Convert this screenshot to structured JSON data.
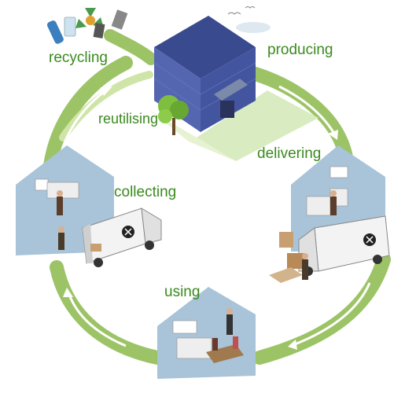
{
  "stages": {
    "recycling": "recycling",
    "producing": "producing",
    "reutilising": "reutilising",
    "delivering": "delivering",
    "collecting": "collecting",
    "using": "using"
  },
  "colors": {
    "label_green": "#3b8a1e",
    "cycle_green_dark": "#8dbb55",
    "cycle_green_light": "#cfe5a7",
    "arrow_white": "#ffffff",
    "house_blue": "#a9c3d8",
    "factory_blue": "#4a5da8",
    "van_white": "#f3f3f3",
    "floor_green": "#d9ebc0"
  },
  "icons": [
    "recycle-icon",
    "factory-building",
    "delivery-van",
    "house-scene",
    "truck-logo-icon"
  ]
}
